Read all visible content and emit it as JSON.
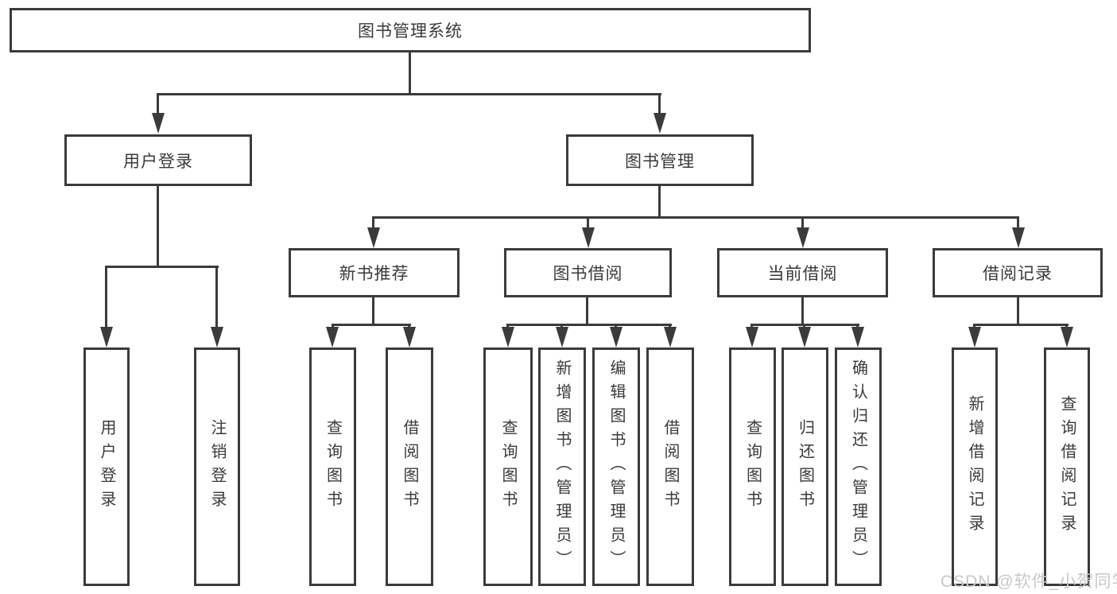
{
  "diagram": {
    "root": {
      "label": "图书管理系统"
    },
    "level2": [
      {
        "label": "用户登录"
      },
      {
        "label": "图书管理"
      }
    ],
    "level3": [
      {
        "label": "新书推荐"
      },
      {
        "label": "图书借阅"
      },
      {
        "label": "当前借阅"
      },
      {
        "label": "借阅记录"
      }
    ],
    "leaves": [
      {
        "label": "用户登录"
      },
      {
        "label": "注销登录"
      },
      {
        "label": "查询图书"
      },
      {
        "label": "借阅图书"
      },
      {
        "label": "查询图书"
      },
      {
        "label": "新增图书（管理员）"
      },
      {
        "label": "编辑图书（管理员）"
      },
      {
        "label": "借阅图书"
      },
      {
        "label": "查询图书"
      },
      {
        "label": "归还图书"
      },
      {
        "label": "确认归还（管理员）"
      },
      {
        "label": "新增借阅记录"
      },
      {
        "label": "查询借阅记录"
      }
    ],
    "watermark": "CSDN @软件_小贺同学",
    "colors": {
      "line": "#3b3b3b",
      "text": "#3a3a3a",
      "watermark": "#c8c8c8",
      "background": "#ffffff"
    }
  }
}
